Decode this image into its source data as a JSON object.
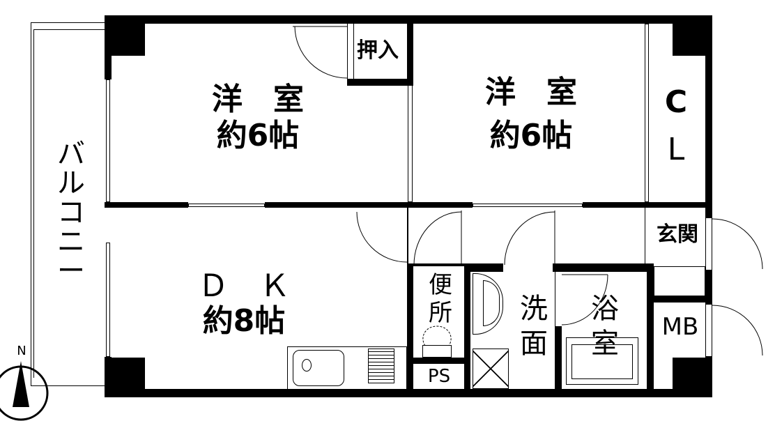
{
  "floorplan": {
    "rooms": {
      "bedroom_1": {
        "name": "洋　室",
        "size": "約6帖"
      },
      "bedroom_2": {
        "name": "洋　室",
        "size": "約6帖"
      },
      "closet_oshiire": {
        "name": "押入"
      },
      "closet_cl": {
        "line1": "C",
        "line2": "L"
      },
      "dk": {
        "name": "Ｄ　Ｋ",
        "size": "約8帖"
      },
      "toilet": {
        "line1": "便",
        "line2": "所"
      },
      "ps": {
        "name": "PS"
      },
      "washroom": {
        "line1": "洗",
        "line2": "面"
      },
      "bath": {
        "line1": "浴",
        "line2": "室"
      },
      "entrance": {
        "name": "玄関"
      },
      "mb": {
        "name": "MB"
      },
      "balcony": {
        "name": "バルコニー"
      }
    },
    "compass": {
      "label": "N"
    },
    "colors": {
      "wall": "#000000",
      "background": "#ffffff"
    }
  }
}
